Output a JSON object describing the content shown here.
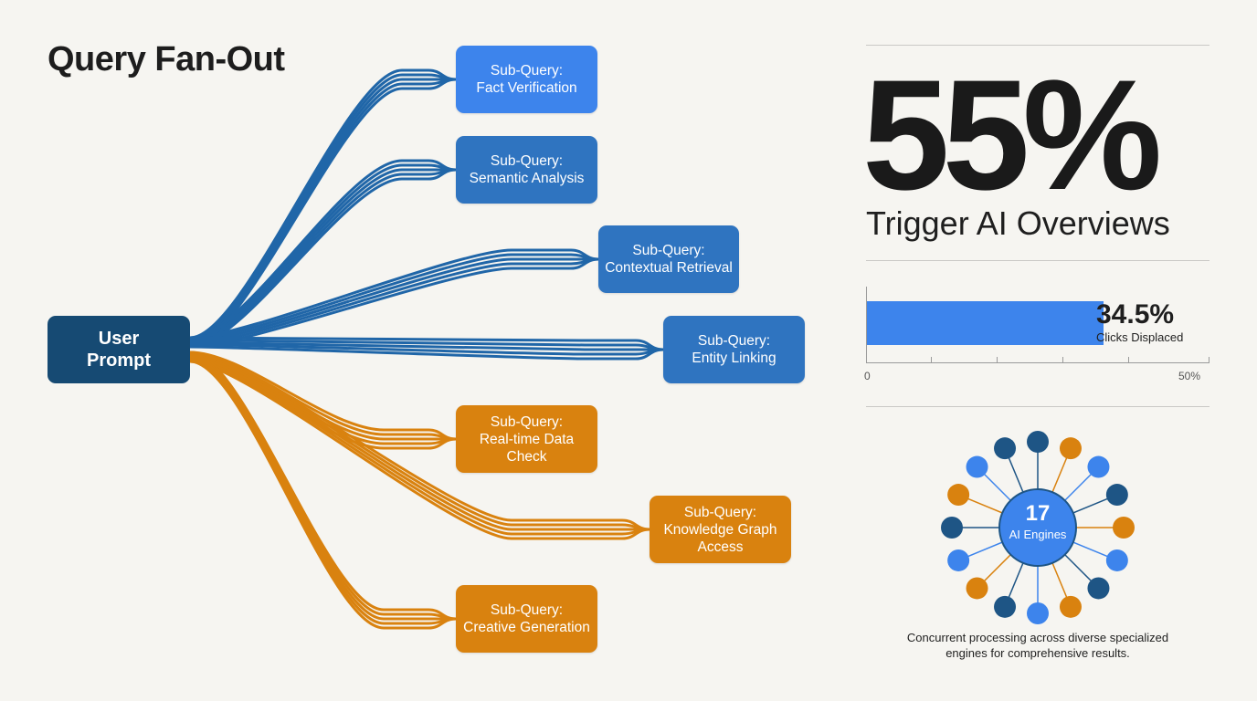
{
  "title": "Query Fan-Out",
  "root": {
    "label": "User\nPrompt",
    "color": "#164a73"
  },
  "sub_queries": [
    {
      "label": "Sub-Query:\nFact Verification",
      "color": "#3d84ec"
    },
    {
      "label": "Sub-Query:\nSemantic Analysis",
      "color": "#2f74c0"
    },
    {
      "label": "Sub-Query:\nContextual Retrieval",
      "color": "#2f74c0"
    },
    {
      "label": "Sub-Query:\nEntity Linking",
      "color": "#2f74c0"
    },
    {
      "label": "Sub-Query:\nReal-time Data\nCheck",
      "color": "#d9820f"
    },
    {
      "label": "Sub-Query:\nKnowledge Graph\nAccess",
      "color": "#d9820f"
    },
    {
      "label": "Sub-Query:\nCreative Generation",
      "color": "#d9820f"
    }
  ],
  "stat": {
    "value": "55%",
    "label": "Trigger AI Overviews"
  },
  "bar": {
    "value_label": "34.5%",
    "label": "Clicks Displaced",
    "value": 34.5,
    "max": 50,
    "axis_min_label": "0",
    "axis_max_label": "50%",
    "color": "#3d84ec"
  },
  "engines": {
    "count": "17",
    "label": "AI Engines",
    "node_colors": [
      "#1e5585",
      "#d9820f",
      "#3d84ec",
      "#1e5585",
      "#d9820f",
      "#3d84ec",
      "#1e5585",
      "#d9820f",
      "#3d84ec",
      "#1e5585",
      "#d9820f",
      "#3d84ec",
      "#1e5585",
      "#d9820f",
      "#3d84ec",
      "#1e5585"
    ]
  },
  "caption": "Concurrent processing across diverse specialized\nengines for comprehensive results."
}
